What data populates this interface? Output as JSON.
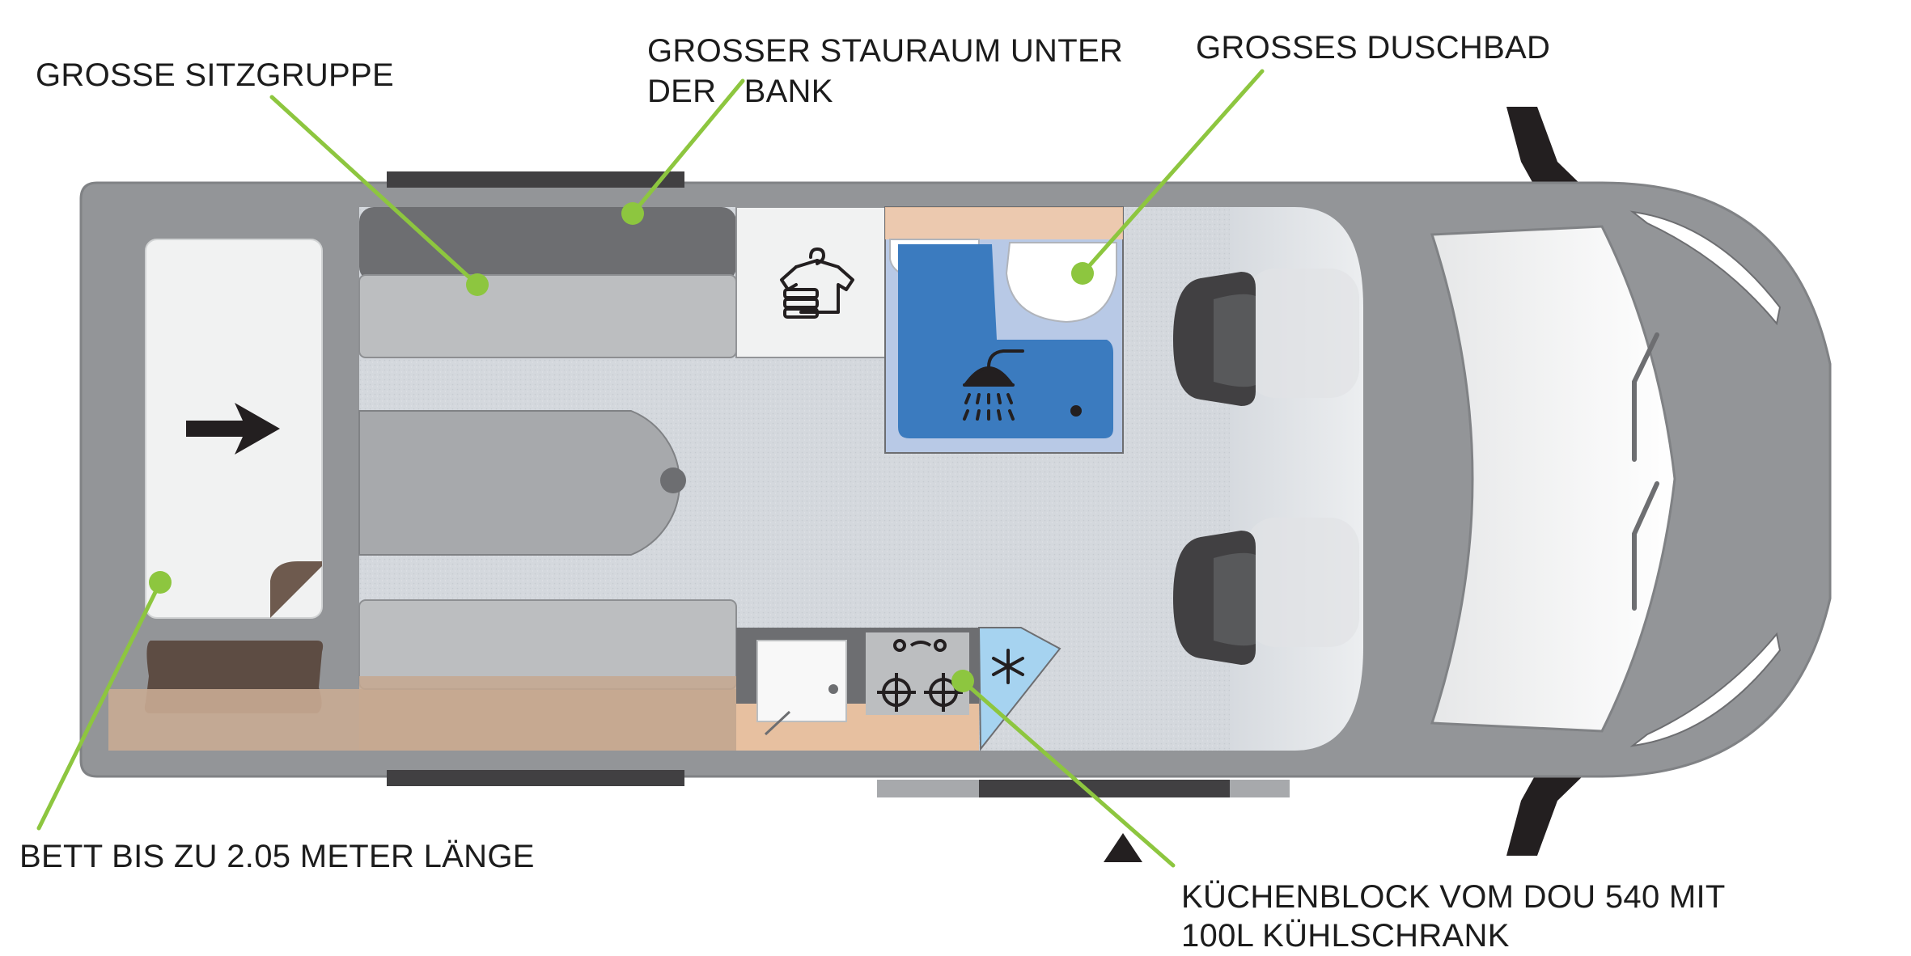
{
  "colors": {
    "accent": "#8dc63f",
    "body": "#939598",
    "floor": "#d6dadf",
    "cushion": "#bcbec0",
    "cushion_dark": "#6d6e71",
    "wood": "#d2b49c",
    "shower_blue": "#3b7bbf",
    "fridge_blue": "#a6d3f0"
  },
  "labels": {
    "seating": "GROSSE SITZGRUPPE",
    "storage_line1": "GROSSER STAURAUM UNTER",
    "storage_line2": "DER   BANK",
    "bathroom": "GROSSES DUSCHBAD",
    "bed": "BETT BIS ZU 2.05 METER LÄNGE",
    "kitchen_line1": "KÜCHENBLOCK VOM DOU 540 MIT",
    "kitchen_line2": "100L KÜHLSCHRANK"
  },
  "icons": [
    "arrow-icon",
    "wardrobe-icon",
    "shower-icon",
    "stove-icon",
    "snowflake-icon",
    "door-triangle-icon"
  ]
}
